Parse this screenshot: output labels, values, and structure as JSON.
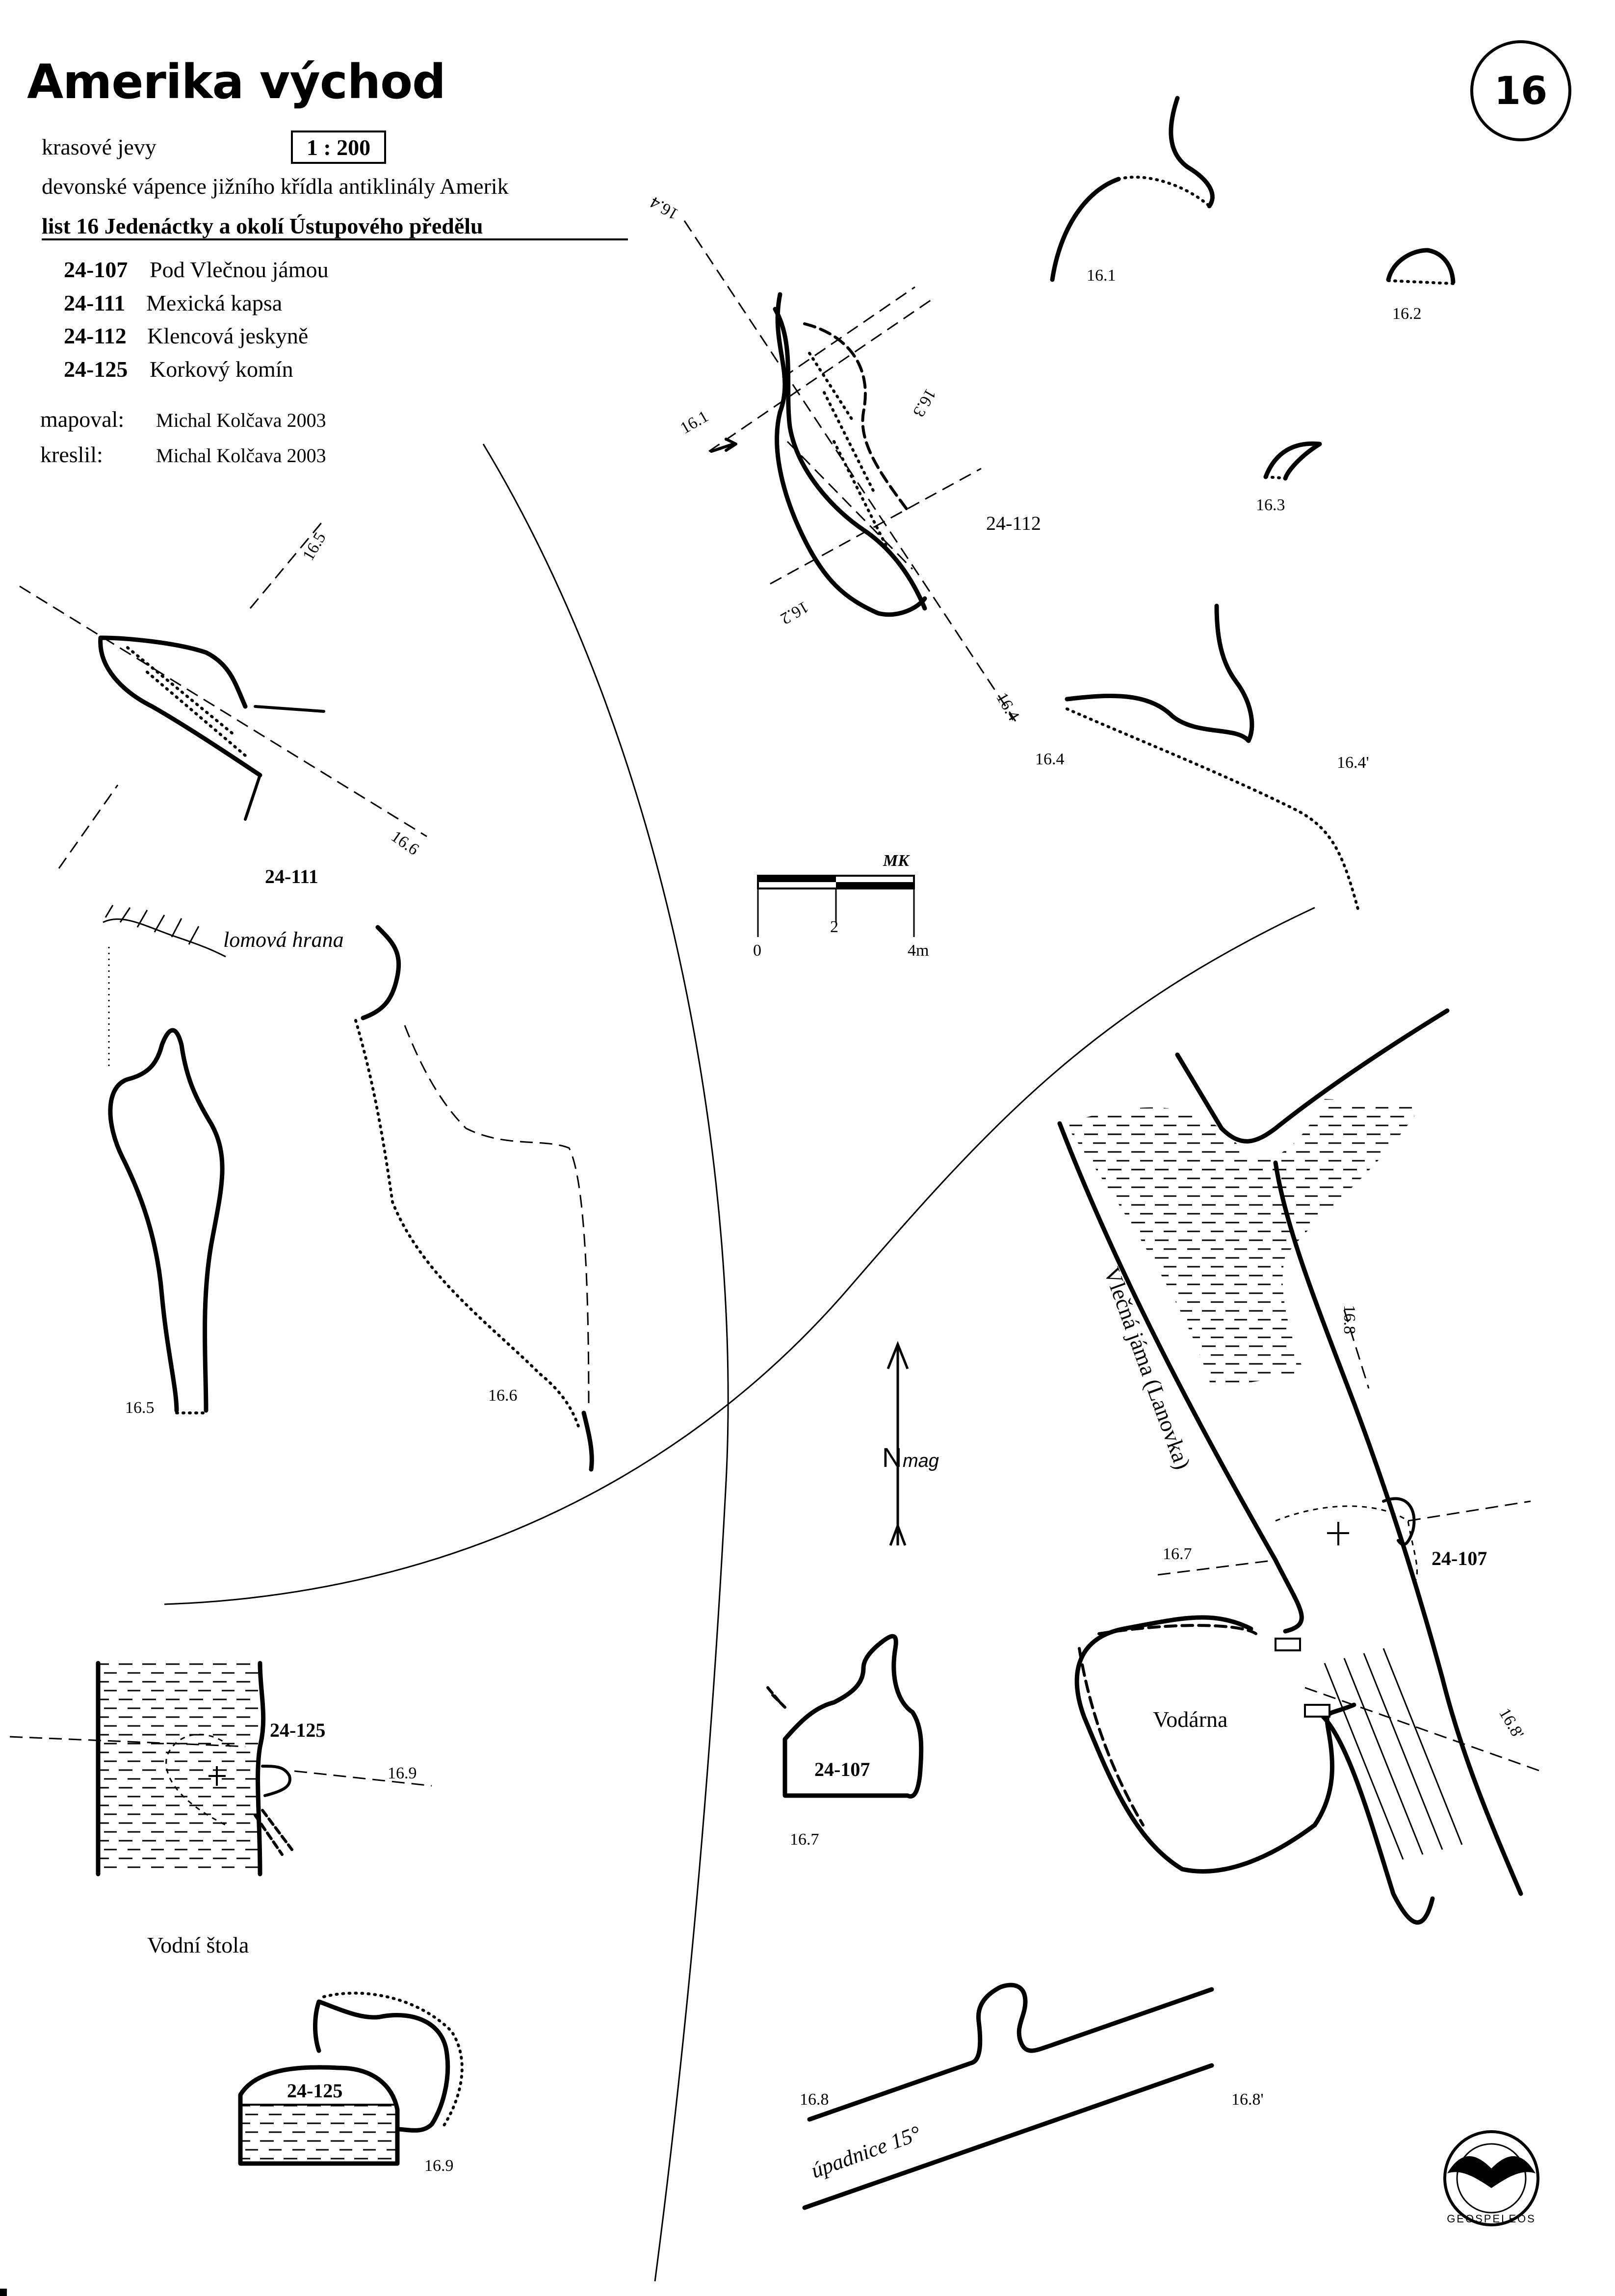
{
  "header": {
    "title": "Amerika východ",
    "sheet_number": "16",
    "subtitle": "krasové jevy",
    "scale": "1 : 200",
    "geology": "devonské vápence jižního křídla antiklinály Amerik",
    "sheet_title": "list 16  Jedenáctky a okolí Ústupového předělu"
  },
  "caves": [
    {
      "id": "24-107",
      "name": "Pod Vlečnou jámou"
    },
    {
      "id": "24-111",
      "name": "Mexická kapsa"
    },
    {
      "id": "24-112",
      "name": "Klencová jeskyně"
    },
    {
      "id": "24-125",
      "name": "Korkový komín"
    }
  ],
  "credits": {
    "mapped_label": "mapoval:",
    "mapped_by": "Michal Kolčava 2003",
    "drawn_label": "kreslil:",
    "drawn_by": "Michal Kolčava 2003"
  },
  "labels": {
    "cave_24_112": "24-112",
    "cave_24_111": "24-111",
    "cave_24_107": "24-107",
    "cave_24_107_section": "24-107",
    "cave_24_125": "24-125",
    "cave_24_125_section": "24-125",
    "lomova_hrana": "lomová hrana",
    "vlecna_jama": "Vlečná jáma (Lanovka)",
    "vodarna": "Vodárna",
    "vodni_stola": "Vodní štola",
    "upadnice": "úpadnice 15°",
    "north": "N",
    "north_suffix": "mag",
    "logo_text": "GEOSPELEOS",
    "scalebar_author": "MK",
    "sections": {
      "s16_1": "16.1",
      "s16_2": "16.2",
      "s16_3": "16.3",
      "s16_4": "16.4",
      "s16_4p": "16.4'",
      "s16_5": "16.5",
      "s16_6": "16.6",
      "s16_7": "16.7",
      "s16_8": "16.8",
      "s16_8p": "16.8'",
      "s16_9": "16.9"
    }
  },
  "scalebar": {
    "ticks": [
      "0",
      "2",
      "4m"
    ]
  }
}
